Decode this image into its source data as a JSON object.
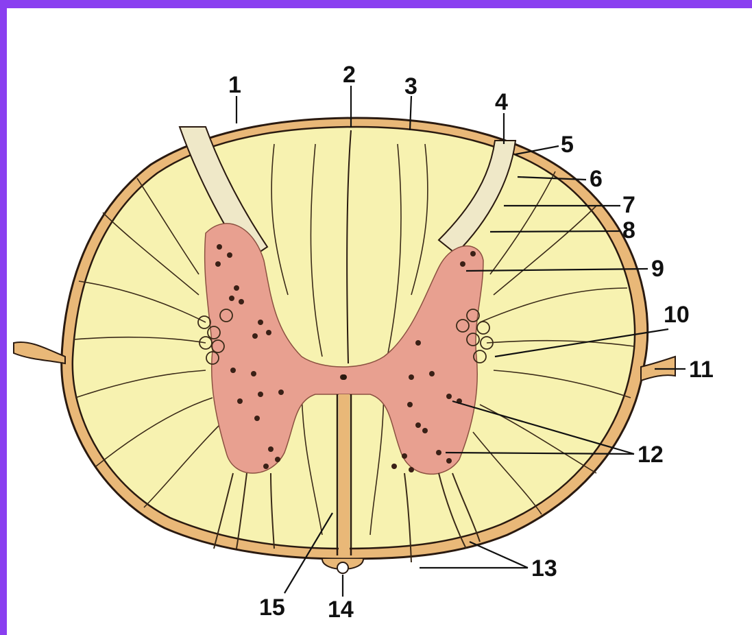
{
  "labels": [
    "1",
    "2",
    "3",
    "4",
    "5",
    "6",
    "7",
    "8",
    "9",
    "10",
    "11",
    "12",
    "13",
    "14",
    "15"
  ],
  "colors": {
    "frame": "#8a3ff0",
    "white_matter": "#f7f2b0",
    "gray_matter": "#e8a090",
    "pia_membrane": "#e9b878",
    "outline": "#2a1a10"
  }
}
